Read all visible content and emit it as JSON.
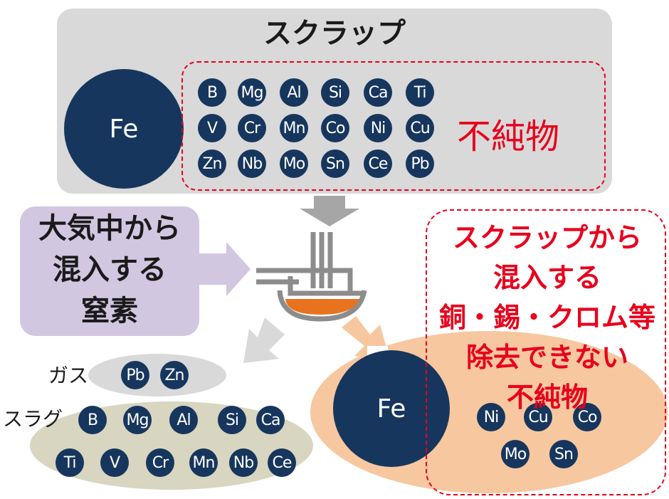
{
  "scrap": {
    "title": "スクラップ",
    "iron": "Fe",
    "impurity_label": "不純物",
    "impurities": [
      [
        "B",
        "Mg",
        "Al",
        "Si",
        "Ca",
        "Ti"
      ],
      [
        "V",
        "Cr",
        "Mn",
        "Co",
        "Ni",
        "Cu"
      ],
      [
        "Zn",
        "Nb",
        "Mo",
        "Sn",
        "Ce",
        "Pb"
      ]
    ]
  },
  "nitrogen": {
    "lines": [
      "大気中から",
      "混入する",
      "窒素"
    ]
  },
  "outputs": {
    "gas": {
      "label": "ガス",
      "elements": [
        "Pb",
        "Zn"
      ]
    },
    "slag": {
      "label": "スラグ",
      "rows": [
        [
          "B",
          "Mg",
          "Al",
          "Si",
          "Ca"
        ],
        [
          "Ti",
          "V",
          "Cr",
          "Mn",
          "Nb",
          "Ce"
        ]
      ]
    },
    "product": {
      "iron": "Fe",
      "remaining": [
        [
          "Ni",
          "Cu",
          "Co"
        ],
        [
          "Mo",
          "Sn"
        ]
      ]
    }
  },
  "remaining_note": {
    "lines": [
      "スクラップから",
      "混入する",
      "銅・錫・クロム等",
      "除去できない",
      "不純物"
    ]
  },
  "colors": {
    "element_circle": "#17365d",
    "scrap_bg": "#d9d9d9",
    "nitrogen_bg": "#d2c7e1",
    "gas_bg": "#d9d9d9",
    "slag_bg": "#d8d5c0",
    "product_bg": "#f7c7a0",
    "highlight_red": "#e8001c",
    "molten_metal": "#e8731e"
  }
}
